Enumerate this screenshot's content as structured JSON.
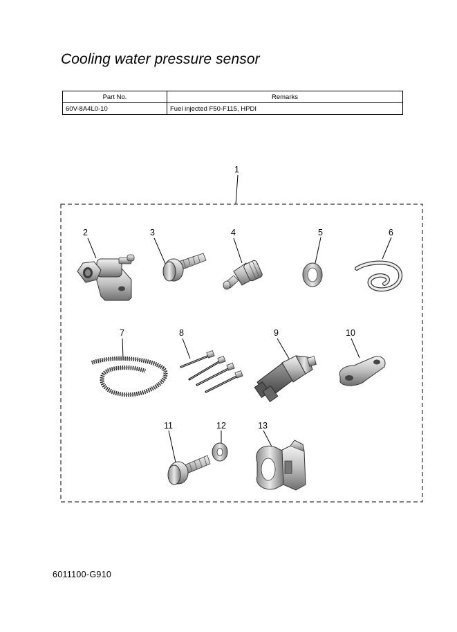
{
  "page": {
    "title": "Cooling water pressure sensor",
    "footer_code": "6011100-G910"
  },
  "parts_table": {
    "headers": [
      "Part No.",
      "Remarks"
    ],
    "rows": [
      [
        "60V-8A4L0-10",
        "Fuel injected F50-F115, HPDI"
      ]
    ]
  },
  "callouts": [
    "1",
    "2",
    "3",
    "4",
    "5",
    "6",
    "7",
    "8",
    "9",
    "10",
    "11",
    "12",
    "13"
  ]
}
